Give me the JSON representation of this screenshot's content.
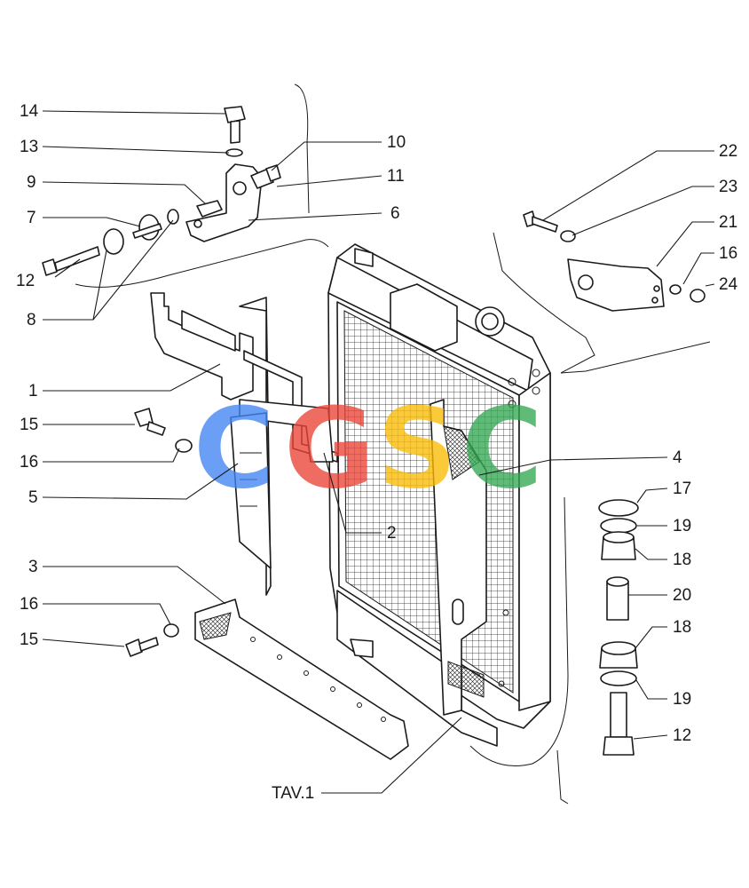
{
  "labels": {
    "l14": "14",
    "l13": "13",
    "l10": "10",
    "l9": "9",
    "l11": "11",
    "l7": "7",
    "l6": "6",
    "l12a": "12",
    "l8": "8",
    "l1": "1",
    "l15a": "15",
    "l16a": "16",
    "l5": "5",
    "l2": "2",
    "l3": "3",
    "l16b": "16",
    "l15b": "15",
    "l22": "22",
    "l23": "23",
    "l21": "21",
    "l16c": "16",
    "l24": "24",
    "l4": "4",
    "l17": "17",
    "l19a": "19",
    "l18a": "18",
    "l20": "20",
    "l18b": "18",
    "l19b": "19",
    "l12b": "12",
    "tav": "TAV.1"
  },
  "watermark": {
    "letters": [
      "C",
      "G",
      "S",
      "C"
    ],
    "colors": [
      "#4285f4",
      "#ea4335",
      "#fbbc05",
      "#34a853"
    ]
  }
}
